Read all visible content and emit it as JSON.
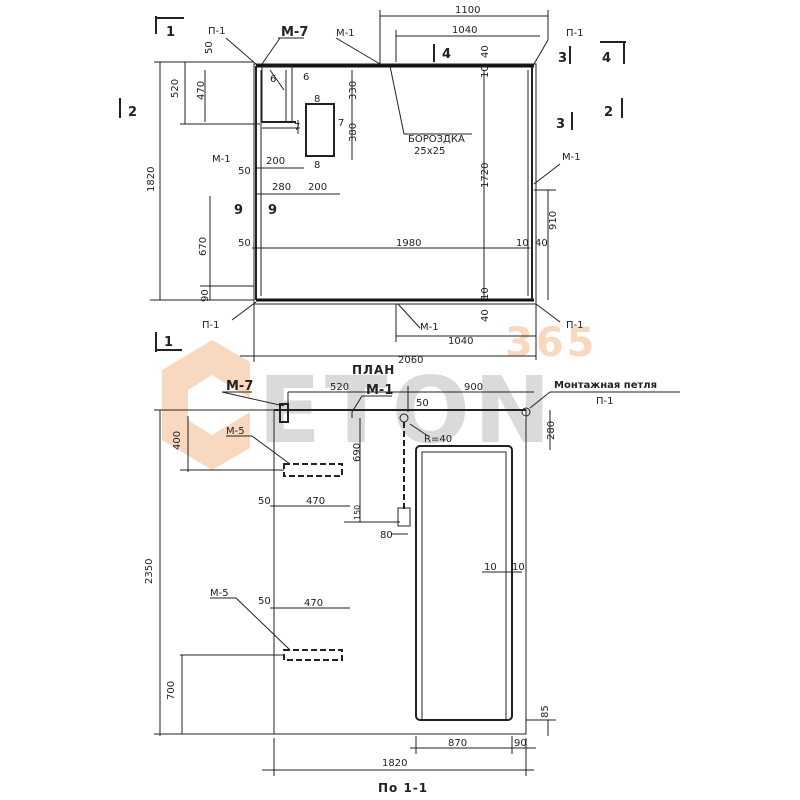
{
  "plan": {
    "title": "ПЛАН",
    "section_marks": {
      "s1": "1",
      "s2": "2",
      "s3": "3",
      "s4": "4",
      "s9": "9"
    },
    "labels": {
      "p1_top": "П-1",
      "m7": "М-7",
      "m1_top": "М-1",
      "p1_tr": "П-1",
      "borozdka": "БОРОЗДКА",
      "borozdka_size": "25х25",
      "m1_right": "М-1",
      "m1_left": "М-1",
      "p1_bl": "П-1",
      "m1_bottom": "М-1",
      "p1_br": "П-1",
      "n6a": "6",
      "n6b": "6",
      "n7a": "7",
      "n7b": "7",
      "n8a": "8",
      "n8b": "8"
    },
    "dims": {
      "d1100": "1100",
      "d1040_top": "1040",
      "d40_top": "40",
      "d50": "50",
      "d520": "520",
      "d470": "470",
      "d1820": "1820",
      "d330": "330",
      "d380": "380",
      "d1720": "1720",
      "d200a": "200",
      "d50b": "50",
      "d280": "280",
      "d200b": "200",
      "d910": "910",
      "d670": "670",
      "d90": "90",
      "d50c": "50",
      "d1980": "1980",
      "d10a": "10",
      "d40b": "40",
      "d10b": "10",
      "d10c": "10",
      "d40c": "40",
      "d1040_bot": "1040",
      "d2060": "2060"
    }
  },
  "section": {
    "title": "По 1-1",
    "labels": {
      "m7": "М-7",
      "m1": "М-1",
      "montazh": "Монтажная петля",
      "p1": "П-1",
      "m5_top": "М-5",
      "m5_bot": "М-5",
      "r40": "R=40"
    },
    "dims": {
      "d520": "520",
      "d900": "900",
      "d50a": "50",
      "d280": "280",
      "d400": "400",
      "d690": "690",
      "d50b": "50",
      "d470a": "470",
      "d150": "150",
      "d80": "80",
      "d2350": "2350",
      "d10a": "10",
      "d10b": "10",
      "d50c": "50",
      "d470b": "470",
      "d700": "700",
      "d85": "85",
      "d870": "870",
      "d90": "90",
      "d1820": "1820"
    }
  },
  "watermark": {
    "brand": "ETON",
    "badge": "365",
    "colors": {
      "orange": "#f6c9a4",
      "gray": "#c9c9c9"
    }
  }
}
